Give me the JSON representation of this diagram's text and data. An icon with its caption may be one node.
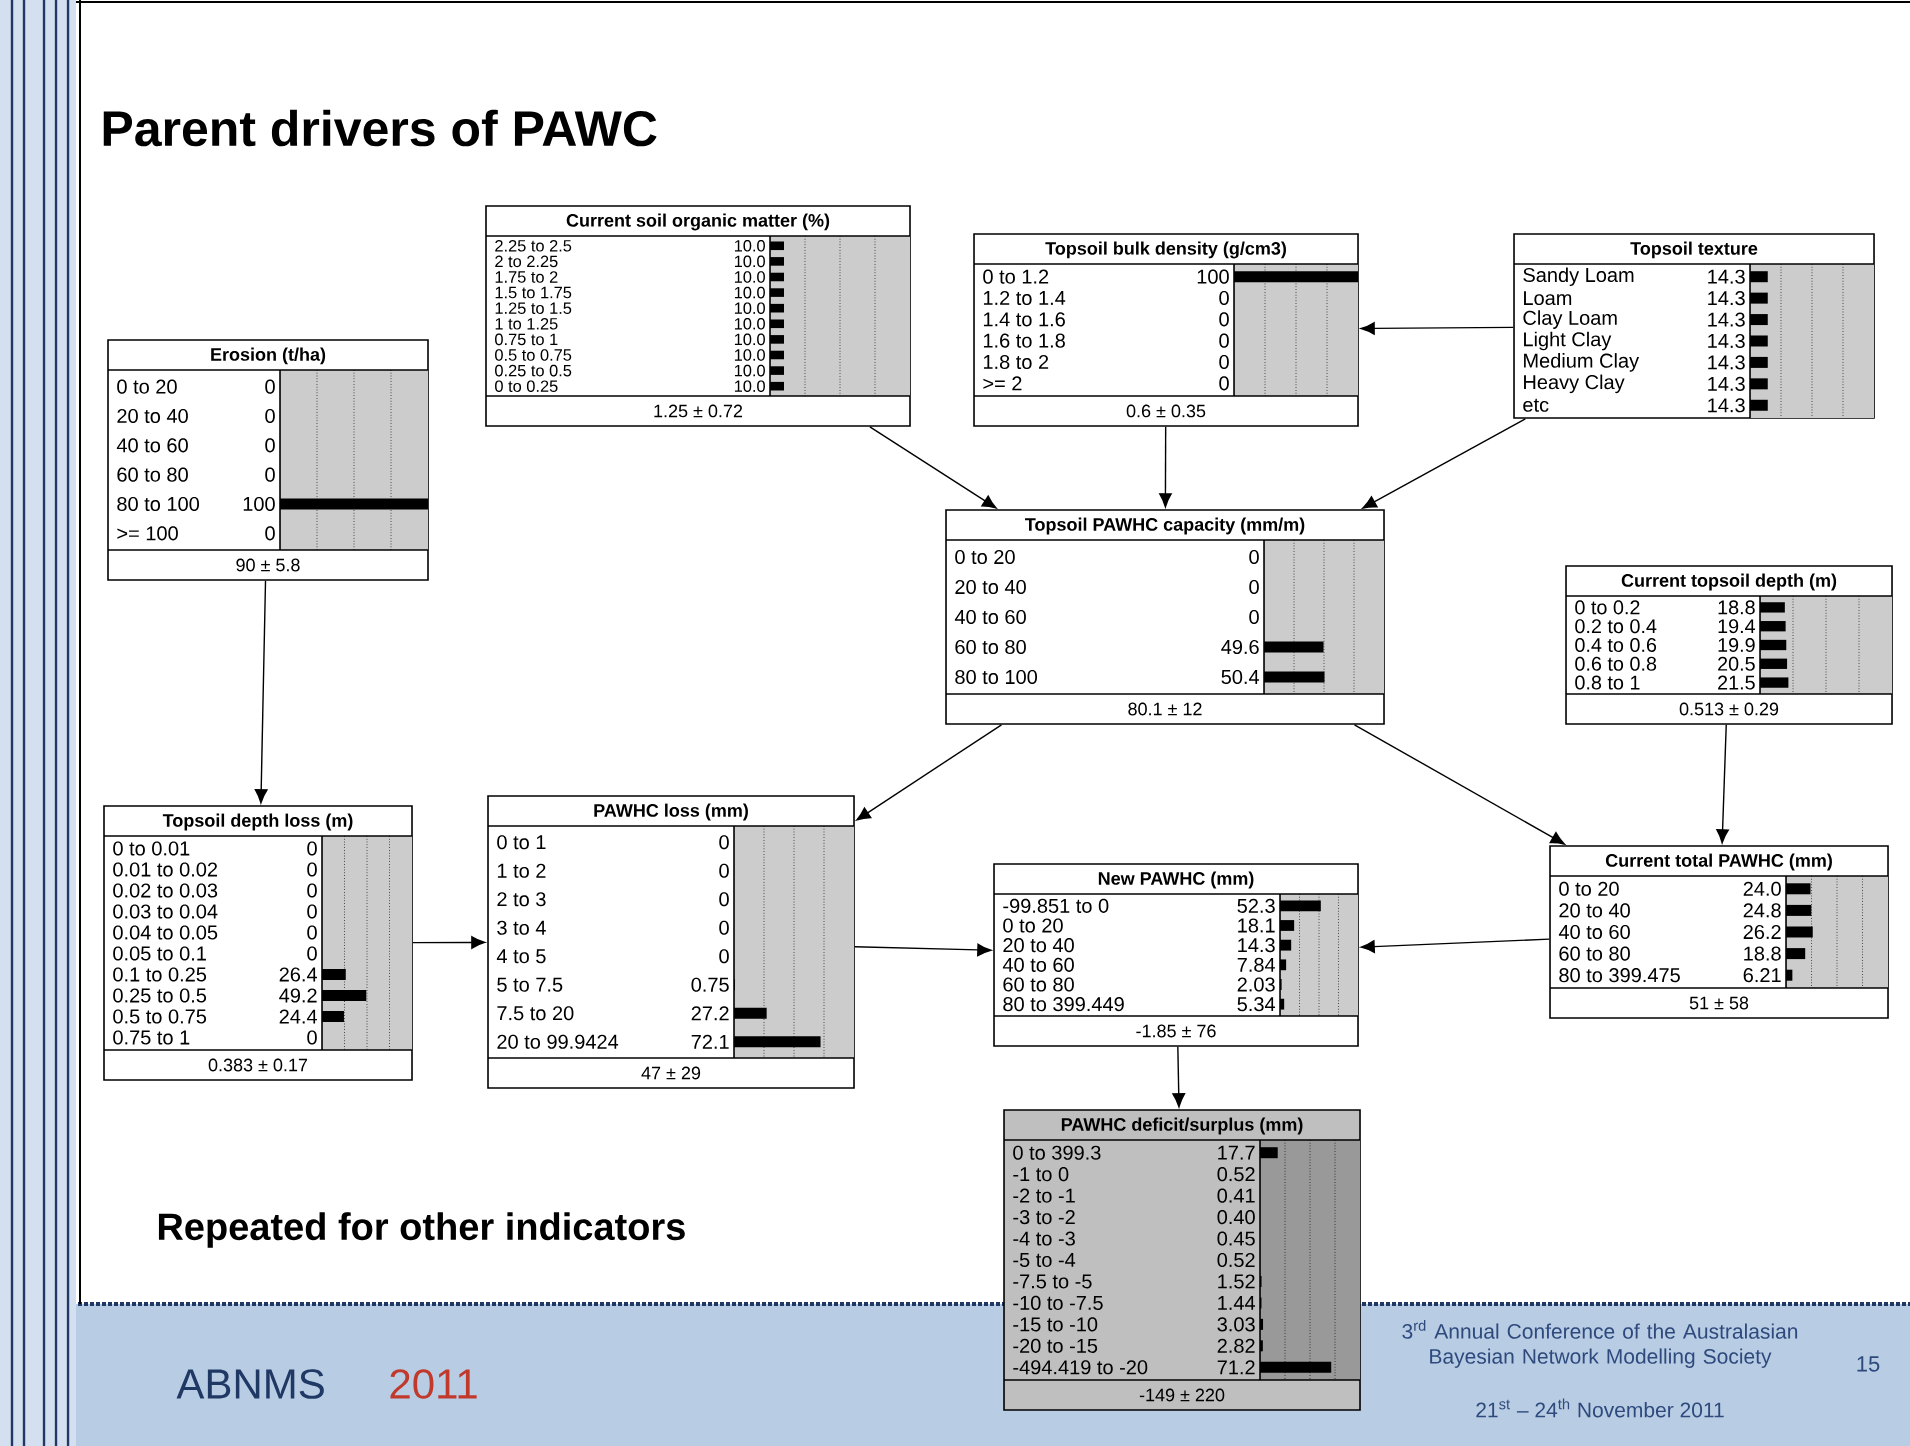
{
  "diagram": {
    "title": "Parent drivers of PAWC",
    "nodes": [
      {
        "text": [
          "Current soil organic matter (%)",
          "2.25 to 2.5",
          "10.0",
          "2 to 2.25",
          "10.0",
          "1.75 to 2",
          "10.0",
          "1.5 to 1.75",
          "10.0",
          "1.25 to 1.5",
          "10.0",
          "1 to 1.25",
          "10.0",
          "0.75 to 1",
          "10.0",
          "0.5 to 0.75",
          "10.0",
          "0.25 to 0.5",
          "10.0",
          "0 to 0.25",
          "10.0",
          "1.25 ± 0.72"
        ]
      },
      {
        "text": [
          "Topsoil bulk density (g/cm3)",
          "0 to 1.2",
          "100",
          "1.2 to 1.4",
          "0",
          "1.4 to 1.6",
          "0",
          "1.6 to 1.8",
          "0",
          "1.8 to 2",
          "0",
          ">= 2",
          "0",
          "0.6 ± 0.35"
        ]
      },
      {
        "text": [
          "Topsoil texture",
          "Sandy Loam",
          "14.3",
          "Loam",
          "14.3",
          "Clay Loam",
          "14.3",
          "Light Clay",
          "14.3",
          "Medium Clay",
          "14.3",
          "Heavy Clay",
          "14.3",
          "etc",
          "14.3"
        ]
      },
      {
        "text": [
          "Erosion (t/ha)",
          "0 to 20",
          "0",
          "20 to 40",
          "0",
          "40 to 60",
          "0",
          "60 to 80",
          "0",
          "80 to 100",
          "100",
          ">= 100",
          "0",
          "90 ± 5.8"
        ]
      },
      {
        "text": [
          "Topsoil PAWHC capacity (mm/m)",
          "0 to 20",
          "0",
          "20 to 40",
          "0",
          "40 to 60",
          "0",
          "60 to 80",
          "49.6",
          "80 to 100",
          "50.4",
          "80.1 ± 12"
        ]
      },
      {
        "text": [
          "Current topsoil depth (m)",
          "0 to 0.2",
          "18.8",
          "0.2 to 0.4",
          "19.4",
          "0.4 to 0.6",
          "19.9",
          "0.6 to 0.8",
          "20.5",
          "0.8 to 1",
          "21.5",
          "0.513 ± 0.29"
        ]
      },
      {
        "text": [
          "Topsoil depth loss (m)",
          "0 to 0.01",
          "0",
          "0.01 to 0.02",
          "0",
          "0.02 to 0.03",
          "0",
          "0.03 to 0.04",
          "0",
          "0.04 to 0.05",
          "0",
          "0.05 to 0.1",
          "0",
          "0.1 to 0.25",
          "26.4",
          "0.25 to 0.5",
          "49.2",
          "0.5 to 0.75",
          "24.4",
          "0.75 to 1",
          "0",
          "0.383 ± 0.17"
        ]
      },
      {
        "text": [
          "PAWHC loss (mm)",
          "0 to 1",
          "0",
          "1 to 2",
          "0",
          "2 to 3",
          "0",
          "3 to 4",
          "0",
          "4 to 5",
          "0",
          "5 to 7.5",
          "0.75",
          "7.5 to 20",
          "27.2",
          "20 to 99.9424",
          "72.1",
          "47 ± 29"
        ]
      },
      {
        "text": [
          "New PAWHC (mm)",
          "-99.851 to 0",
          "52.3",
          "0 to 20",
          "18.1",
          "20 to 40",
          "14.3",
          "40 to 60",
          "7.84",
          "60 to 80",
          "2.03",
          "80 to 399.449",
          "5.34",
          "-1.85 ± 76"
        ]
      },
      {
        "text": [
          "Current total PAWHC (mm)",
          "0 to 20",
          "24.0",
          "20 to 40",
          "24.8",
          "40 to 60",
          "26.2",
          "60 to 80",
          "18.8",
          "80 to 399.475",
          "6.21",
          "51 ± 58"
        ]
      },
      {
        "text": [
          "PAWHC deficit/surplus (mm)",
          "0 to 399.3",
          "17.7",
          "-1 to 0",
          "0.52",
          "-2 to -1",
          "0.41",
          "-3 to -2",
          "0.40",
          "-4 to -3",
          "0.45",
          "-5 to -4",
          "0.52",
          "-7.5 to -5",
          "1.52",
          "-10 to -7.5",
          "1.44",
          "-15 to -10",
          "3.03",
          "-20 to -15",
          "2.82",
          "-494.419 to -20",
          "71.2",
          "-149 ± 220"
        ]
      }
    ],
    "edges": [
      {
        "from": 0,
        "to": 4,
        "arrow": "to"
      },
      {
        "from": 1,
        "to": 4,
        "arrow": "to"
      },
      {
        "from": 2,
        "to": 1,
        "arrow": "to"
      },
      {
        "from": 2,
        "to": 4,
        "arrow": "to"
      },
      {
        "from": 3,
        "to": 6,
        "arrow": "to"
      },
      {
        "from": 4,
        "to": 7,
        "arrow": "to"
      },
      {
        "from": 4,
        "to": 9,
        "arrow": "to"
      },
      {
        "from": 5,
        "to": 9,
        "arrow": "to"
      },
      {
        "from": 6,
        "to": 7,
        "arrow": "to"
      },
      {
        "from": 7,
        "to": 8,
        "arrow": "to"
      },
      {
        "from": 9,
        "to": 8,
        "arrow": "to"
      },
      {
        "from": 8,
        "to": 10,
        "arrow": "to"
      }
    ],
    "labels": [
      "Repeated for other indicators",
      "ABNMS",
      "2011",
      "3$^{rd}$ Annual Conference of the Australasian Bayesian Network Modelling Society",
      "21$^{st}$ – 24$^{th}$ November 2011",
      "15"
    ]
  }
}
